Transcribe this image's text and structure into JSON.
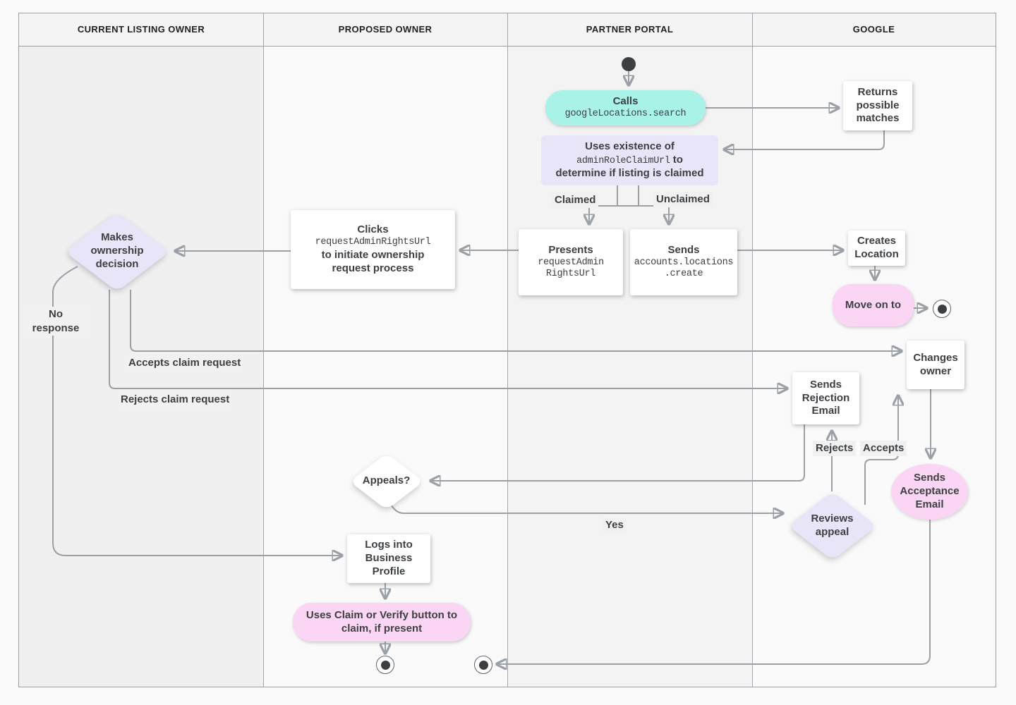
{
  "lanes": [
    {
      "label": "CURRENT LISTING OWNER"
    },
    {
      "label": "PROPOSED OWNER"
    },
    {
      "label": "PARTNER PORTAL"
    },
    {
      "label": "GOOGLE"
    }
  ],
  "nodes": {
    "calls": {
      "title": "Calls",
      "code": "googleLocations.search"
    },
    "returns": {
      "label": "Returns possible matches"
    },
    "uses": {
      "line1": "Uses existence of",
      "code": "adminRoleClaimUrl",
      "line2_suffix": " to",
      "line3": "determine if listing is claimed"
    },
    "presents": {
      "title": "Presents",
      "code1": "requestAdmin",
      "code2": "RightsUrl"
    },
    "sends_create": {
      "title": "Sends",
      "code1": "accounts.locations",
      "code2": ".create"
    },
    "creates": {
      "label": "Creates Location"
    },
    "move_on": {
      "label": "Move on to"
    },
    "clicks": {
      "title": "Clicks",
      "code": "requestAdminRightsUrl",
      "line2": "to initiate ownership",
      "line3": "request process"
    },
    "decision": {
      "label": "Makes ownership decision"
    },
    "changes": {
      "label": "Changes owner"
    },
    "rejection": {
      "label": "Sends Rejection Email"
    },
    "acceptance": {
      "label": "Sends Acceptance Email"
    },
    "reviews": {
      "label": "Reviews appeal"
    },
    "appeals": {
      "label": "Appeals?"
    },
    "logs": {
      "label": "Logs into Business Profile"
    },
    "claim": {
      "label": "Uses Claim or Verify button to claim, if present"
    }
  },
  "edge_labels": {
    "claimed": "Claimed",
    "unclaimed": "Unclaimed",
    "no_response": "No response",
    "accepts_claim": "Accepts claim request",
    "rejects_claim": "Rejects claim request",
    "rejects": "Rejects",
    "accepts": "Accepts",
    "yes": "Yes"
  },
  "colors": {
    "teal": "#a9f2e8",
    "lavender": "#e9e5f8",
    "pink": "#fbd6f4",
    "line": "#9aa0a6",
    "arrow": "#757575"
  }
}
